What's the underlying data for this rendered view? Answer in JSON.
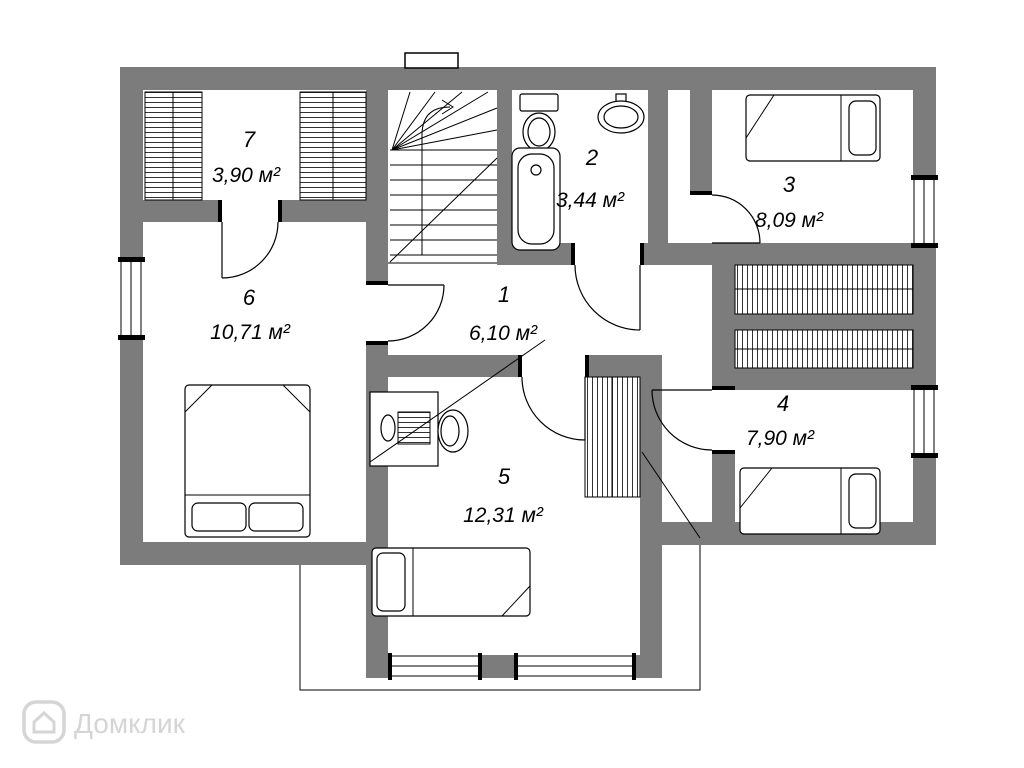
{
  "title": "floor-plan",
  "colors": {
    "wall": "#7c7c7c",
    "outline": "#000000",
    "background": "#ffffff",
    "watermark": "#d5d5d5"
  },
  "rooms": {
    "r1": {
      "number": "1",
      "area": "6,10 м²"
    },
    "r2": {
      "number": "2",
      "area": "3,44 м²"
    },
    "r3": {
      "number": "3",
      "area": "8,09 м²"
    },
    "r4": {
      "number": "4",
      "area": "7,90 м²"
    },
    "r5": {
      "number": "5",
      "area": "12,31 м²"
    },
    "r6": {
      "number": "6",
      "area": "10,71 м²"
    },
    "r7": {
      "number": "7",
      "area": "3,90 м²"
    }
  },
  "watermark": {
    "brand": "Домклик"
  }
}
